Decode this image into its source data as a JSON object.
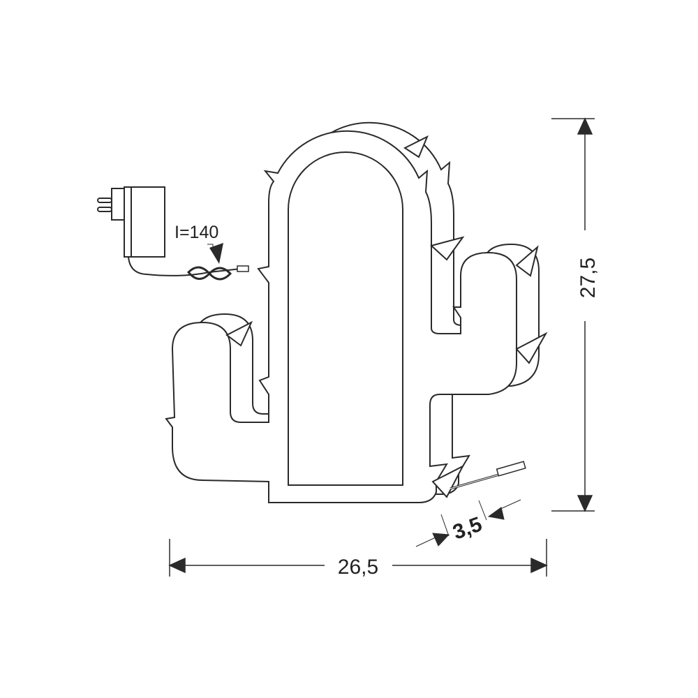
{
  "drawing": {
    "cable_length_label": "I=140",
    "height_label": "27,5",
    "width_label": "26,5",
    "depth_label": "3,5"
  },
  "colors": {
    "line": "#2a2a2a",
    "background": "#ffffff"
  }
}
